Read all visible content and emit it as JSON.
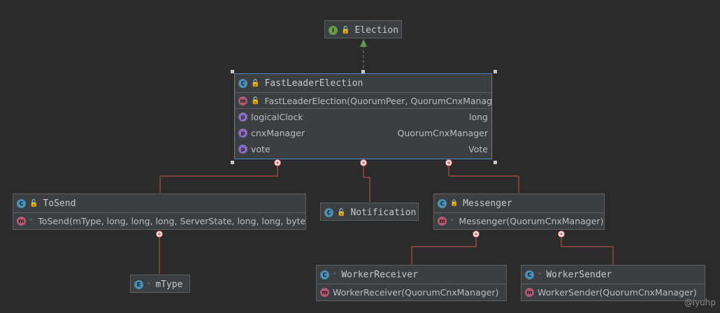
{
  "nodes": {
    "election": {
      "kind_icon": "I",
      "visibility": "public",
      "name": "Election"
    },
    "fastleader": {
      "kind_icon": "C",
      "visibility": "public",
      "name": "FastLeaderElection",
      "constructor": {
        "icon": "m",
        "visibility": "public",
        "text": "FastLeaderElection(QuorumPeer, QuorumCnxManager)"
      },
      "fields": [
        {
          "icon": "p",
          "name": "logicalClock",
          "type": "long"
        },
        {
          "icon": "p",
          "name": "cnxManager",
          "type": "QuorumCnxManager"
        },
        {
          "icon": "p",
          "name": "vote",
          "type": "Vote"
        }
      ]
    },
    "tosend": {
      "kind_icon": "C",
      "visibility": "public",
      "name": "ToSend",
      "constructor": {
        "icon": "m",
        "visibility": "package",
        "text": "ToSend(mType, long, long, long, ServerState, long, long, byte[])"
      }
    },
    "notification": {
      "kind_icon": "C",
      "visibility": "public",
      "name": "Notification"
    },
    "messenger": {
      "kind_icon": "C",
      "visibility": "private",
      "name": "Messenger",
      "constructor": {
        "icon": "m",
        "visibility": "package",
        "text": "Messenger(QuorumCnxManager)"
      }
    },
    "workerreceiver": {
      "kind_icon": "C",
      "visibility": "package",
      "name": "WorkerReceiver",
      "constructor": {
        "icon": "m",
        "visibility": "none",
        "text": "WorkerReceiver(QuorumCnxManager)"
      }
    },
    "workersender": {
      "kind_icon": "C",
      "visibility": "package",
      "name": "WorkerSender",
      "constructor": {
        "icon": "m",
        "visibility": "none",
        "text": "WorkerSender(QuorumCnxManager)"
      }
    },
    "mtype": {
      "kind_icon": "E",
      "visibility": "package",
      "name": "mType"
    }
  },
  "edges": [
    {
      "type": "implements",
      "from": "fastleader",
      "to": "election",
      "color": "#629755"
    },
    {
      "type": "inner",
      "from": "fastleader",
      "to": "tosend",
      "color": "#c75450"
    },
    {
      "type": "inner",
      "from": "fastleader",
      "to": "notification",
      "color": "#c75450"
    },
    {
      "type": "inner",
      "from": "fastleader",
      "to": "messenger",
      "color": "#c75450"
    },
    {
      "type": "inner",
      "from": "messenger",
      "to": "workerreceiver",
      "color": "#c75450"
    },
    {
      "type": "inner",
      "from": "messenger",
      "to": "workersender",
      "color": "#c75450"
    },
    {
      "type": "inner",
      "from": "tosend",
      "to": "mtype",
      "color": "#c75450"
    }
  ],
  "watermark": "@iyuhp",
  "colors": {
    "background": "#2b2b2b",
    "node_fill": "#3c3f41",
    "selection": "#4a88c7",
    "implements_edge": "#629755",
    "inner_edge": "#c75450"
  }
}
